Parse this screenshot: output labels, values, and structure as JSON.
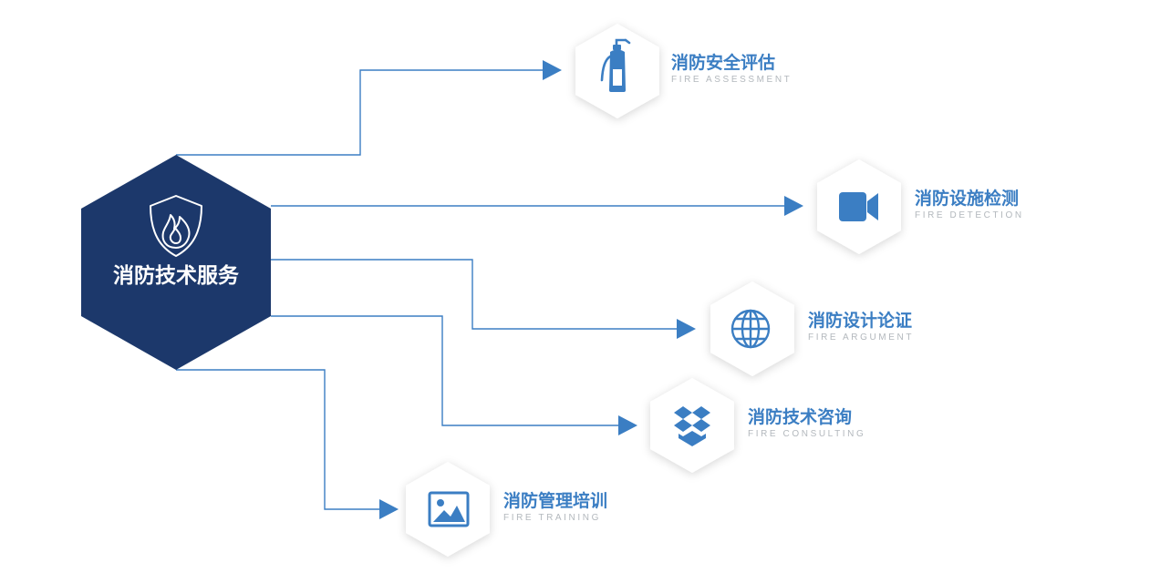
{
  "colors": {
    "accent": "#3b7ec3",
    "hub": "#1c386b",
    "label_zh": "#3b7ec3",
    "label_en": "#b3b8bd",
    "hex_fill": "#ffffff"
  },
  "hub": {
    "title": "消防技术服务",
    "icon": "shield-fire-icon"
  },
  "services": [
    {
      "id": "assessment",
      "title": "消防安全评估",
      "subtitle": "FIRE ASSESSMENT",
      "icon": "fire-extinguisher-icon"
    },
    {
      "id": "detection",
      "title": "消防设施检测",
      "subtitle": "FIRE DETECTION",
      "icon": "video-camera-icon"
    },
    {
      "id": "argument",
      "title": "消防设计论证",
      "subtitle": "FIRE ARGUMENT",
      "icon": "globe-icon"
    },
    {
      "id": "consulting",
      "title": "消防技术咨询",
      "subtitle": "FIRE CONSULTING",
      "icon": "dropbox-icon"
    },
    {
      "id": "training",
      "title": "消防管理培训",
      "subtitle": "FIRE TRAINING",
      "icon": "image-icon"
    }
  ]
}
